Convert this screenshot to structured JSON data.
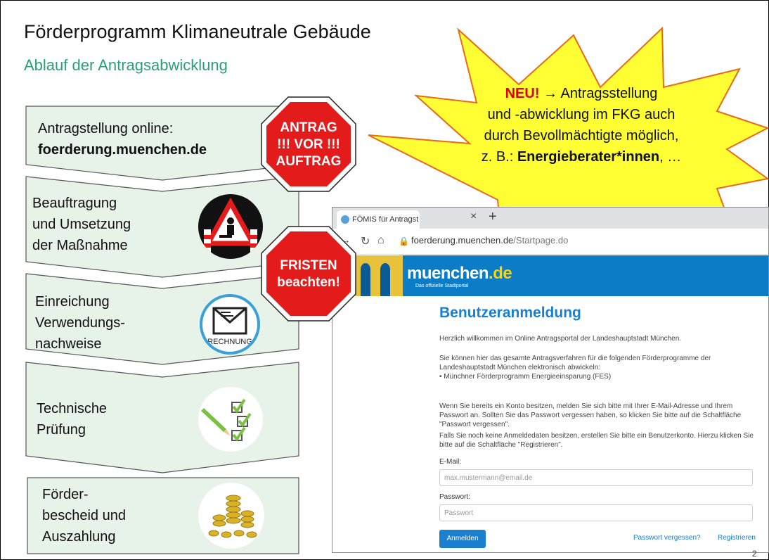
{
  "title": "Förderprogramm Klimaneutrale Gebäude",
  "subtitle": "Ablauf der Antragsabwicklung",
  "steps": [
    {
      "line1": "Antragstellung online:",
      "line2": "foerderung.muenchen.de"
    },
    {
      "line1": "Beauftragung",
      "line2": "und Umsetzung",
      "line3": "der Maßnahme"
    },
    {
      "line1": "Einreichung",
      "line2": "Verwendungs-",
      "line3": "nachweise"
    },
    {
      "line1": "Technische",
      "line2": "Prüfung"
    },
    {
      "line1": "Förder-",
      "line2": "bescheid und",
      "line3": "Auszahlung"
    }
  ],
  "icons": {
    "construction": "construction-worker-icon",
    "invoice": "envelope-invoice-icon",
    "invoice_label": "RECHNUNG",
    "checklist": "checklist-pencil-icon",
    "coins": "coins-icon"
  },
  "signs": {
    "antrag": {
      "l1": "ANTRAG",
      "l2": "!!! VOR !!!",
      "l3": "AUFTRAG"
    },
    "fristen": {
      "l1": "FRISTEN",
      "l2": "beachten!"
    }
  },
  "starburst": {
    "neu": "NEU!",
    "arrow": "→",
    "l1": "Antragsstellung",
    "l2": "und -abwicklung im FKG auch",
    "l3": "durch Bevollmächtigte möglich,",
    "l4a": "z. B.: ",
    "l4b": "Energieberater*innen",
    "l4c": ", …"
  },
  "browser": {
    "tab_title": "FÖMIS für Antragst",
    "tab_close": "×",
    "tab_new": "+",
    "url_host": "foerderung.muenchen.de",
    "url_path": "/Startpage.do",
    "logo_main": "muenchen",
    "logo_dot": ".de",
    "logo_sub": "Das offizielle Stadtportal",
    "heading": "Benutzeranmeldung",
    "welcome": "Herzlich willkommen im Online Antragsportal der Landeshauptstadt München.",
    "p1": "Sie können hier das gesamte Antragsverfahren für die folgenden Förderprogramme der Landeshauptstadt München elektronisch abwickeln:",
    "bullet": "• Münchner Förderprogramm Energieeinsparung (FES)",
    "p2": "Wenn Sie bereits ein Konto besitzen, melden Sie sich bitte mit Ihrer E-Mail-Adresse und Ihrem Passwort an. Sollten Sie das Passwort vergessen haben, so klicken Sie bitte auf die Schaltfläche \"Passwort vergessen\".",
    "p3": "Falls Sie noch keine Anmeldedaten besitzen, erstellen Sie bitte ein Benutzerkonto. Hierzu klicken Sie bitte auf die Schaltfläche \"Registrieren\".",
    "email_label": "E-Mail:",
    "email_placeholder": "max.mustermann@email.de",
    "pw_label": "Passwort:",
    "pw_placeholder": "Passwort",
    "login_button": "Anmelden",
    "forgot_link": "Passwort vergessen?",
    "register_link": "Registrieren"
  },
  "page_number": "2",
  "colors": {
    "chevron_fill": "#e7f2e9",
    "subtitle": "#2aa07a",
    "sign_red": "#e31b1b",
    "star_yellow": "#ffff33",
    "star_stroke": "#e86a1a",
    "portal_blue": "#0b7cc5"
  }
}
